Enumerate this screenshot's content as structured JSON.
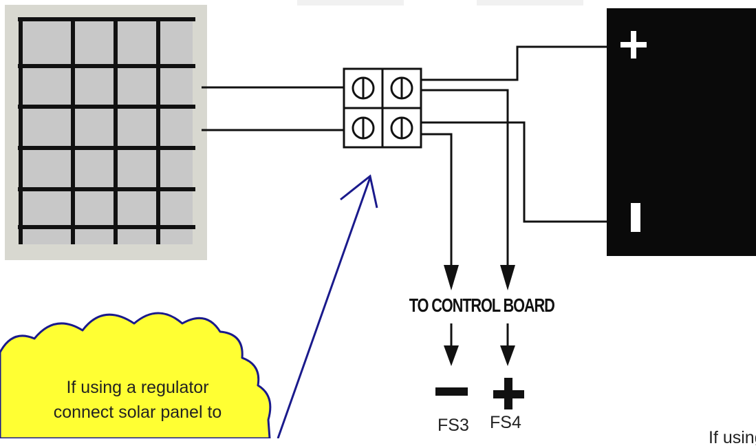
{
  "labels": {
    "to_control_board": "TO CONTROL BOARD",
    "fs3": "FS3",
    "fs4": "FS4",
    "corner_fragment": "If using"
  },
  "callout": {
    "line1": "If using a regulator",
    "line2": "connect solar panel to"
  },
  "colors": {
    "panel_frame": "#d8d8d0",
    "panel_cell": "#c8c8c8",
    "wire": "#111111",
    "battery": "#0a0a0a",
    "callout_fill": "#ffff33",
    "callout_stroke": "#1a1a8c",
    "pointer_arrow": "#1a1a8c"
  },
  "icons": [
    "solar-panel",
    "terminal-block",
    "battery",
    "plus-sign",
    "minus-sign",
    "arrow-down"
  ]
}
